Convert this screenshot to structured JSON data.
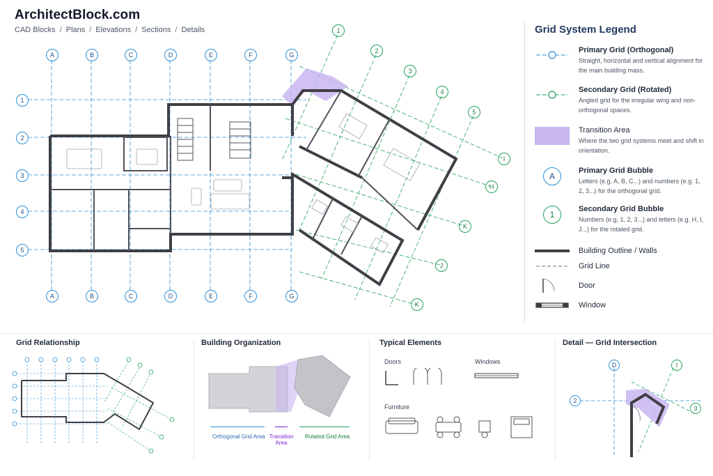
{
  "header": {
    "site_title": "ArchitectBlock.com",
    "breadcrumb": [
      "CAD Blocks",
      "Plans",
      "Elevations",
      "Sections",
      "Details"
    ]
  },
  "plan": {
    "primary_columns": [
      "A",
      "B",
      "C",
      "D",
      "E",
      "F",
      "G"
    ],
    "primary_rows": [
      "1",
      "2",
      "3",
      "4",
      "5"
    ],
    "secondary_numbers": [
      "1",
      "2",
      "3",
      "4",
      "5"
    ],
    "secondary_letters": [
      "I",
      "H",
      "K",
      "J",
      "K"
    ]
  },
  "legend": {
    "title": "Grid System Legend",
    "items": [
      {
        "label": "Primary Grid (Orthogonal)",
        "desc": "Straight, horizontal and vertical alignment for the main building mass."
      },
      {
        "label": "Secondary Grid (Rotated)",
        "desc": "Angled grid for the irregular wing and non-orthogonal spaces."
      },
      {
        "label": "Transition Area",
        "desc": "Where the two grid systems meet and shift in orientation."
      },
      {
        "label": "Primary Grid Bubble",
        "desc": "Letters (e.g, A, B, C...) and numbers (e.g. 1, 2, 3...) for the orthogonal grid.",
        "bubble": "A"
      },
      {
        "label": "Secondary Grid Bubble",
        "desc": "Numbers (e.g, 1, 2, 3...) and letters (e.g. H, I, J...) for the rotated grid.",
        "bubble": "1"
      },
      {
        "label": "Building Outline / Walls"
      },
      {
        "label": "Grid Line"
      },
      {
        "label": "Door"
      },
      {
        "label": "Window"
      }
    ]
  },
  "colors": {
    "primary_grid": "#2b8fd6",
    "secondary_grid": "#22a05a",
    "transition": "#c9b6f0",
    "walls": "#3f3f46"
  },
  "bottom": {
    "grid_relationship": {
      "title": "Grid Relationship"
    },
    "building_organization": {
      "title": "Building Organization",
      "orthogonal_label": "Orthogonal Grid Area",
      "transition_label_1": "Transition",
      "transition_label_2": "Area",
      "rotated_label": "Rotated Grid Area"
    },
    "typical_elements": {
      "title": "Typical Elements",
      "doors": "Doors",
      "windows": "Windows",
      "furniture": "Furniture"
    },
    "detail": {
      "title": "Detail — Grid Intersection",
      "bubble_d": "D",
      "bubble_i": "I",
      "bubble_2": "2",
      "bubble_3": "3"
    }
  }
}
